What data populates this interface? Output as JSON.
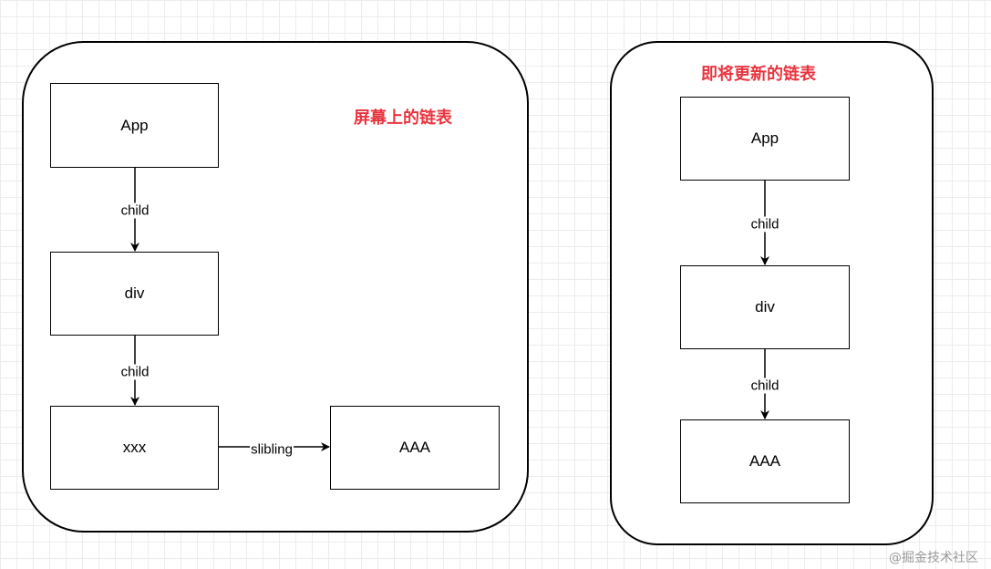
{
  "left_panel": {
    "title": "屏幕上的链表",
    "nodes": {
      "app": "App",
      "div": "div",
      "xxx": "xxx",
      "aaa": "AAA"
    },
    "edges": {
      "app_div": "child",
      "div_xxx": "child",
      "xxx_aaa": "slibling"
    }
  },
  "right_panel": {
    "title": "即将更新的链表",
    "nodes": {
      "app": "App",
      "div": "div",
      "aaa": "AAA"
    },
    "edges": {
      "app_div": "child",
      "div_aaa": "child"
    }
  },
  "watermark": "@掘金技术社区",
  "colors": {
    "title": "#e8353f",
    "stroke": "#000000",
    "grid": "#ececec"
  }
}
